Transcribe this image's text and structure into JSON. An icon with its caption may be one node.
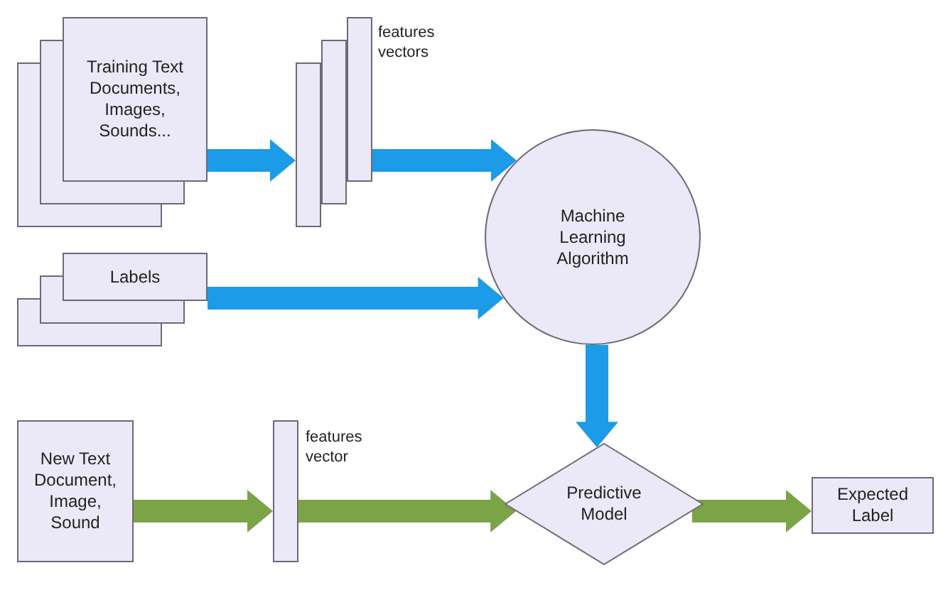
{
  "diagram": {
    "nodes": [
      {
        "text": [
          "Training Text Documents, Images, Sounds..."
        ]
      },
      {
        "text": [],
        "shape": "bar",
        "beside": [
          "features vectors"
        ]
      },
      {
        "text": [
          "Labels"
        ]
      },
      {
        "text": [
          "Machine Learning Algorithm"
        ]
      },
      {
        "text": [
          "New Text Document, Image, Sound"
        ]
      },
      {
        "text": [],
        "shape": "bar",
        "beside": [
          "features vector"
        ]
      },
      {
        "text": [
          "Predictive Model"
        ]
      },
      {
        "text": [
          "Expected Label"
        ]
      }
    ],
    "edges": [
      {
        "from": 0,
        "to": 1,
        "arrow": "to",
        "style": "thick"
      },
      {
        "from": 1,
        "to": 3,
        "arrow": "to",
        "style": "thick"
      },
      {
        "from": 2,
        "to": 3,
        "arrow": "to",
        "style": "thick"
      },
      {
        "from": 3,
        "to": 6,
        "arrow": "to",
        "style": "thick"
      },
      {
        "from": 4,
        "to": 5,
        "arrow": "to",
        "style": "thick",
        "color": "#7ba446"
      },
      {
        "from": 5,
        "to": 6,
        "arrow": "to",
        "style": "thick",
        "color": "#7ba446"
      },
      {
        "from": 6,
        "to": 7,
        "arrow": "to",
        "style": "thick",
        "color": "#7ba446"
      }
    ]
  }
}
